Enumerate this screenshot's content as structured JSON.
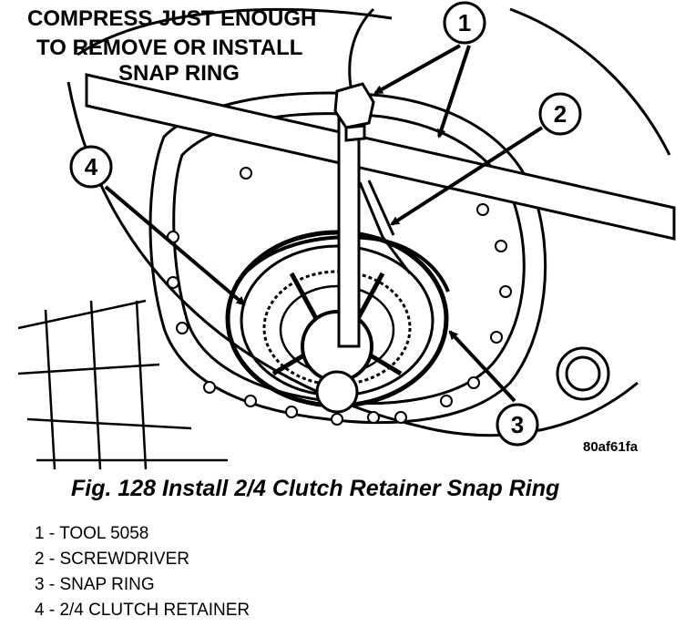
{
  "figure": {
    "instruction_lines": [
      "COMPRESS JUST ENOUGH",
      "TO REMOVE OR INSTALL",
      "SNAP RING"
    ],
    "callouts": [
      "1",
      "2",
      "3",
      "4"
    ],
    "image_code": "80af61fa",
    "caption": "Fig. 128 Install 2/4 Clutch Retainer Snap Ring"
  },
  "legend": [
    "1 - TOOL 5058",
    "2 - SCREWDRIVER",
    "3 - SNAP RING",
    "4 - 2/4 CLUTCH RETAINER"
  ]
}
